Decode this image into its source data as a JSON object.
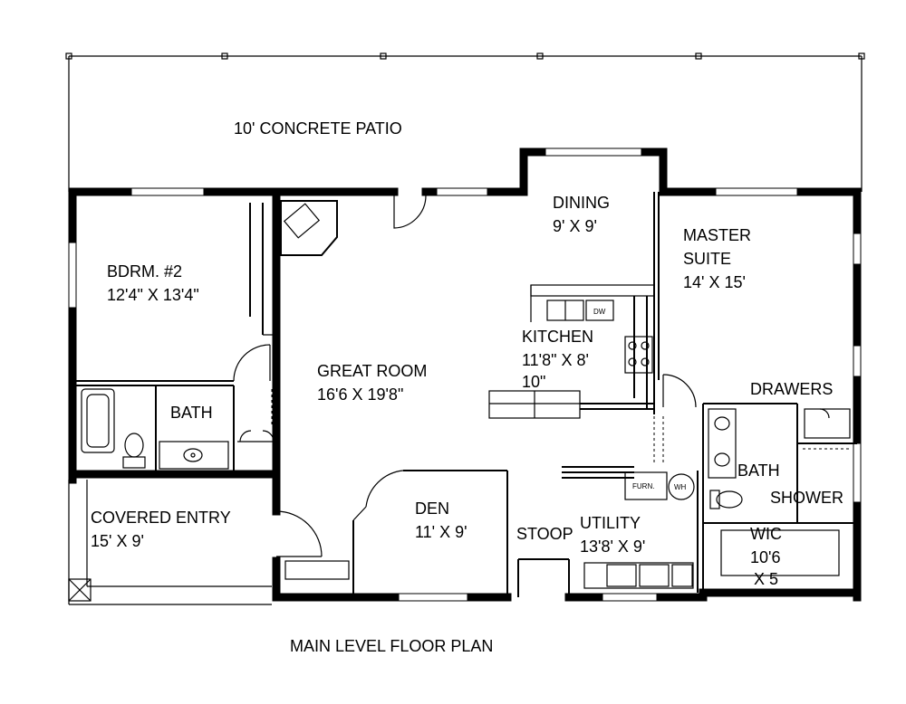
{
  "labels": {
    "patio": "10' CONCRETE PATIO",
    "dining_name": "DINING",
    "dining_size": "9' X 9'",
    "master_name": "MASTER",
    "master_name2": "SUITE",
    "master_size": "14' X 15'",
    "bdrm_name": "BDRM. #2",
    "bdrm_size": "12'4\" X 13'4\"",
    "kitchen_name": "KITCHEN",
    "kitchen_size": "11'8\" X 8'",
    "kitchen_size2": "10\"",
    "great_name": "GREAT ROOM",
    "great_size": "16'6 X 19'8\"",
    "bath_left": "BATH",
    "drawers": "DRAWERS",
    "bath_right": "BATH",
    "shower": "SHOWER",
    "covered_name": "COVERED ENTRY",
    "covered_size": "15' X 9'",
    "den_name": "DEN",
    "den_size": "11' X 9'",
    "stoop": "STOOP",
    "utility_name": "UTILITY",
    "utility_size": "13'8' X 9'",
    "wic_name": "WIC",
    "wic_size": "10'6",
    "wic_size2": "X 5",
    "furn": "FURN.",
    "wh": "WH",
    "caption": "MAIN LEVEL FLOOR PLAN"
  }
}
